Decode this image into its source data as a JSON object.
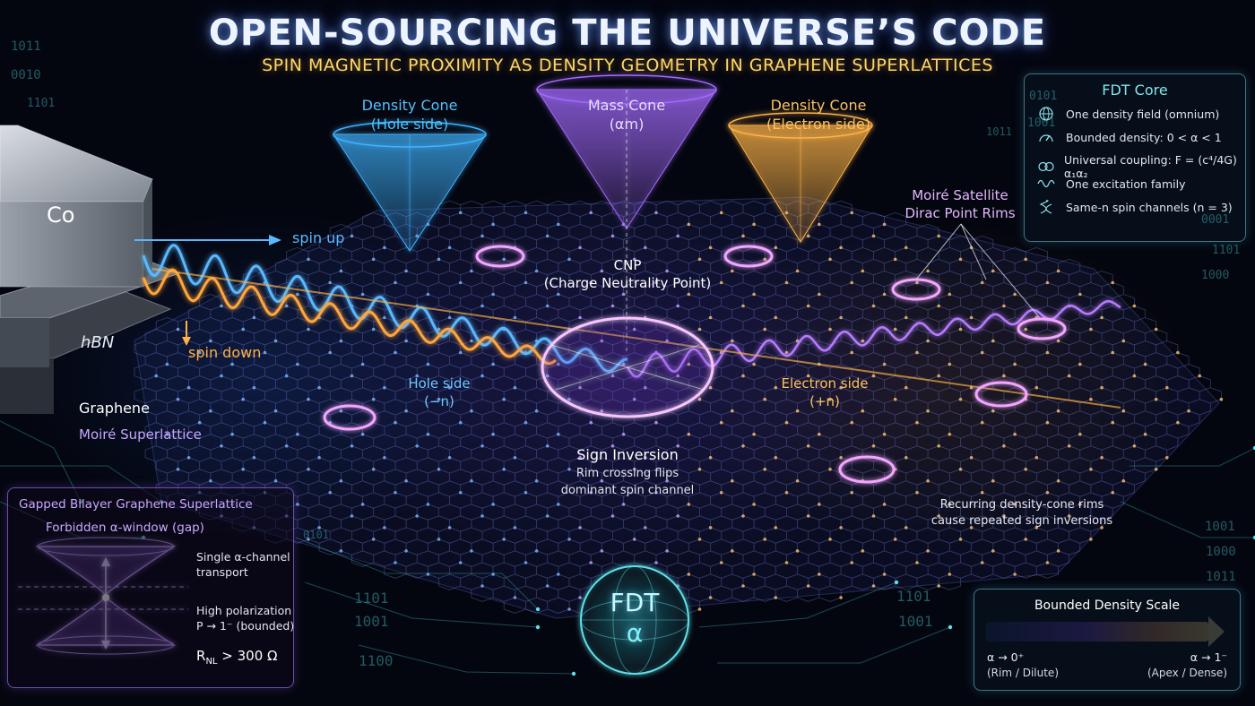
{
  "header": {
    "title": "OPEN-SOURCING THE UNIVERSE’S CODE",
    "subtitle": "SPIN MAGNETIC PROXIMITY AS DENSITY GEOMETRY IN GRAPHENE SUPERLATTICES"
  },
  "cones": {
    "hole": {
      "line1": "Density Cone",
      "line2": "(Hole side)"
    },
    "mass": {
      "line1": "Mass Cone",
      "line2": "(αm)"
    },
    "electron": {
      "line1": "Density Cone",
      "line2": "(Electron side)"
    }
  },
  "device": {
    "co_label": "Co",
    "hbn_label": "hBN",
    "spin_up": "spin up",
    "spin_down": "spin down",
    "graphene_label": "Graphene",
    "moire_label": "Moiré Superlattice"
  },
  "lattice_labels": {
    "cnp_line1": "CNP",
    "cnp_line2": "(Charge Neutrality Point)",
    "hole_line1": "Hole side",
    "hole_line2": "(−n)",
    "electron_line1": "Electron side",
    "electron_line2": "(+n)",
    "sign_title": "Sign Inversion",
    "sign_line1": "Rim crossing flips",
    "sign_line2": "dominant spin channel",
    "satellite_line1": "Moiré Satellite",
    "satellite_line2": "Dirac Point Rims",
    "recurring_line1": "Recurring density-cone rims",
    "recurring_line2": "cause repeated sign inversions"
  },
  "core_panel": {
    "title": "FDT Core",
    "items": [
      {
        "icon": "globe-icon",
        "text": "One density field (omnium)"
      },
      {
        "icon": "gauge-icon",
        "text": "Bounded density: 0 < α < 1"
      },
      {
        "icon": "infinity-link-icon",
        "text": "Universal coupling: F = (c⁴/4G) α₁α₂"
      },
      {
        "icon": "wave-icon",
        "text": "One excitation family"
      },
      {
        "icon": "helix-icon",
        "text": "Same-n spin channels (n = 3)"
      }
    ]
  },
  "gap_panel": {
    "title": "Gapped Bilayer Graphene Superlattice",
    "subtitle": "Forbidden α-window (gap)",
    "single_line1": "Single α-channel",
    "single_line2": "transport",
    "high_line1": "High polarization",
    "high_line2": "P → 1⁻ (bounded)",
    "rnl_main": "R",
    "rnl_sub": "NL",
    "rnl_rest": " > 300 Ω"
  },
  "fdt_badge": {
    "line1": "FDT",
    "line2": "α"
  },
  "scale_panel": {
    "title": "Bounded Density Scale",
    "left_value": "α → 0⁺",
    "left_note": "(Rim / Dilute)",
    "right_value": "α → 1⁻",
    "right_note": "(Apex / Dense)"
  },
  "binary": [
    "1011",
    "0010",
    "1101",
    "0101",
    "1001",
    "1011",
    "0001",
    "1101",
    "1000",
    "1101",
    "1001",
    "1100",
    "1101",
    "1001",
    "0101",
    "1001",
    "1000",
    "1011"
  ],
  "colors": {
    "hole_blue": "#3fb3ff",
    "mass_violet": "#a46bff",
    "electron_gold": "#ffb347",
    "rim_pink": "#f3a6ff",
    "core_teal": "#5fd6e0",
    "title_gold": "#ffd66a"
  }
}
